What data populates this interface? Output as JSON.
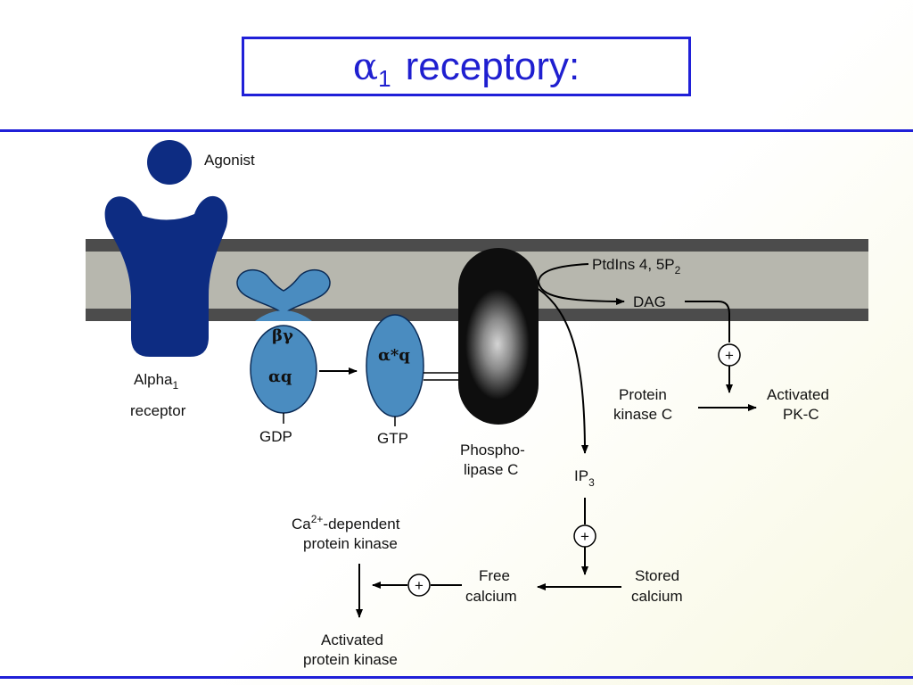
{
  "title": {
    "alpha": "α",
    "sub": "1",
    "text": "receptory:"
  },
  "colors": {
    "accent": "#2020d8",
    "receptor": "#0d2c82",
    "gprotein": "#4a8cc0",
    "membrane": "#b7b7ae",
    "plc": "#0e0e0e"
  },
  "labels": {
    "agonist": "Agonist",
    "alpha1_main": "Alpha",
    "alpha1_sub": "1",
    "receptor": "receptor",
    "beta_gamma": "βγ",
    "alpha_q": "αq",
    "alpha_q_active": "α*q",
    "gdp": "GDP",
    "gtp": "GTP",
    "phospho": "Phospho-",
    "lipase": "lipase C",
    "ptdins_main": "PtdIns 4, 5P",
    "ptdins_sub": "2",
    "dag": "DAG",
    "protein": "Protein",
    "kinase_c": "kinase C",
    "activated": "Activated",
    "pkc": "PK-C",
    "ip3_main": "IP",
    "ip3_sub": "3",
    "stored": "Stored",
    "calcium": "calcium",
    "free": "Free",
    "ca_prefix": "Ca",
    "ca_sup": "2+",
    "ca_suffix": "-dependent",
    "protein_kinase": "protein kinase",
    "activated2": "Activated",
    "protein_kinase2": "protein kinase",
    "plus": "+"
  }
}
